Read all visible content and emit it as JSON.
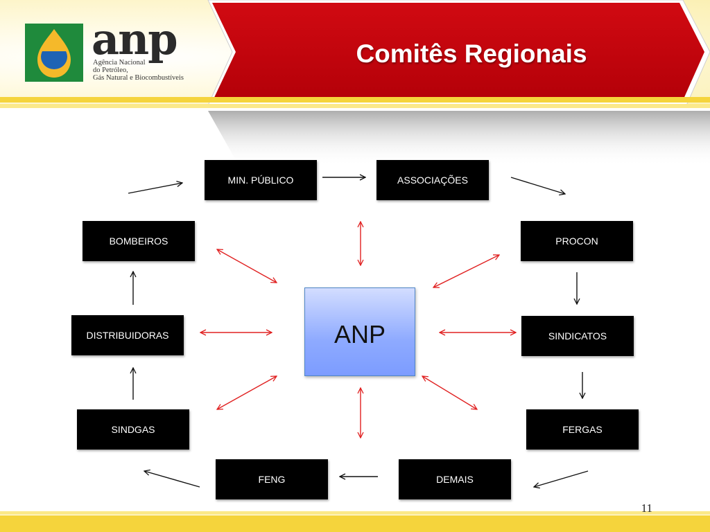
{
  "header": {
    "title": "Comitês Regionais",
    "logo_word": "anp",
    "logo_lines": [
      "Agência Nacional",
      "do Petróleo,",
      "Gás Natural e Biocombustíveis"
    ]
  },
  "diagram": {
    "center": "ANP",
    "nodes": [
      "MIN. PÚBLICO",
      "ASSOCIAÇÕES",
      "PROCON",
      "SINDICATOS",
      "FERGAS",
      "DEMAIS",
      "FENG",
      "SINDGAS",
      "DISTRIBUIDORAS",
      "BOMBEIROS"
    ]
  },
  "colors": {
    "banner_red": "#c8000a",
    "accent_yellow": "#f5d43c",
    "node_bg": "#000000",
    "center_fill": "#8eaaff",
    "link_red": "#e02020"
  },
  "footer": {
    "page_number": "11"
  }
}
